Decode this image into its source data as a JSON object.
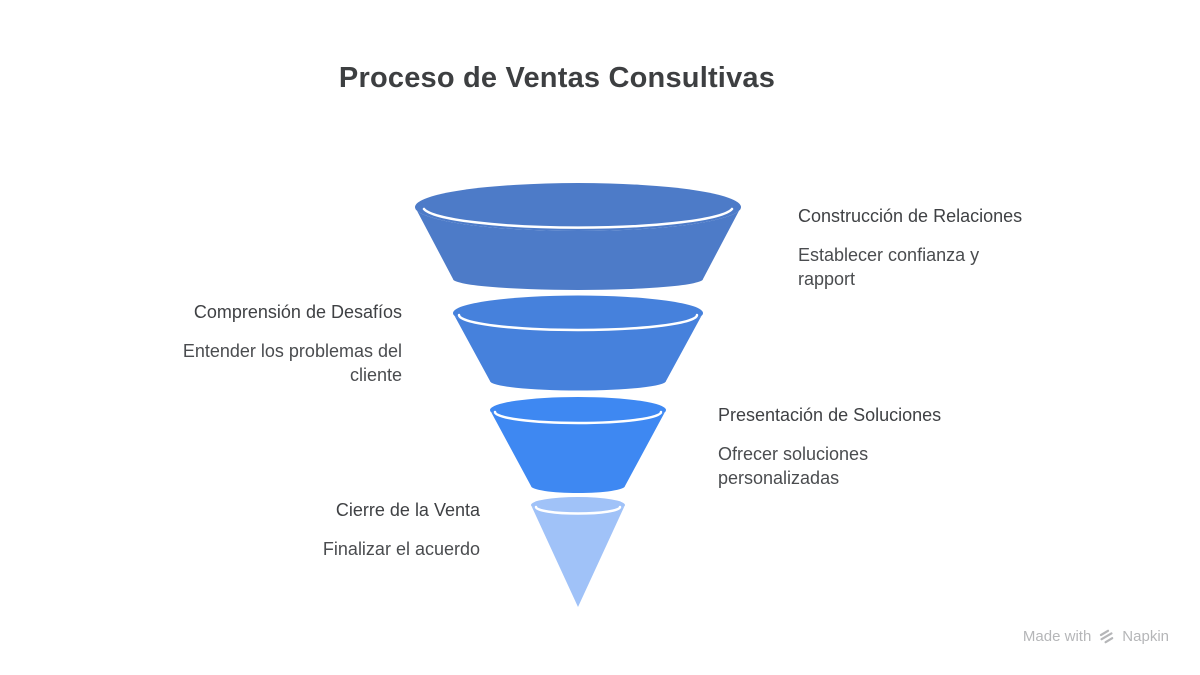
{
  "title": "Proceso de Ventas Consultivas",
  "funnel": {
    "stages": [
      {
        "name": "Construcción de Relaciones",
        "description": "Establecer confianza y\nrapport",
        "side": "right",
        "color": "#4d7bc8"
      },
      {
        "name": "Comprensión de Desafíos",
        "description": "Entender los problemas del\ncliente",
        "side": "left",
        "color": "#4681dc"
      },
      {
        "name": "Presentación de Soluciones",
        "description": "Ofrecer soluciones\npersonalizadas",
        "side": "right",
        "color": "#3e88f2"
      },
      {
        "name": "Cierre de la Venta",
        "description": "Finalizar el acuerdo",
        "side": "left",
        "color": "#a0c2f8"
      }
    ]
  },
  "watermark": {
    "text": "Made with",
    "brand": "Napkin",
    "color": "#b5b6b8"
  }
}
